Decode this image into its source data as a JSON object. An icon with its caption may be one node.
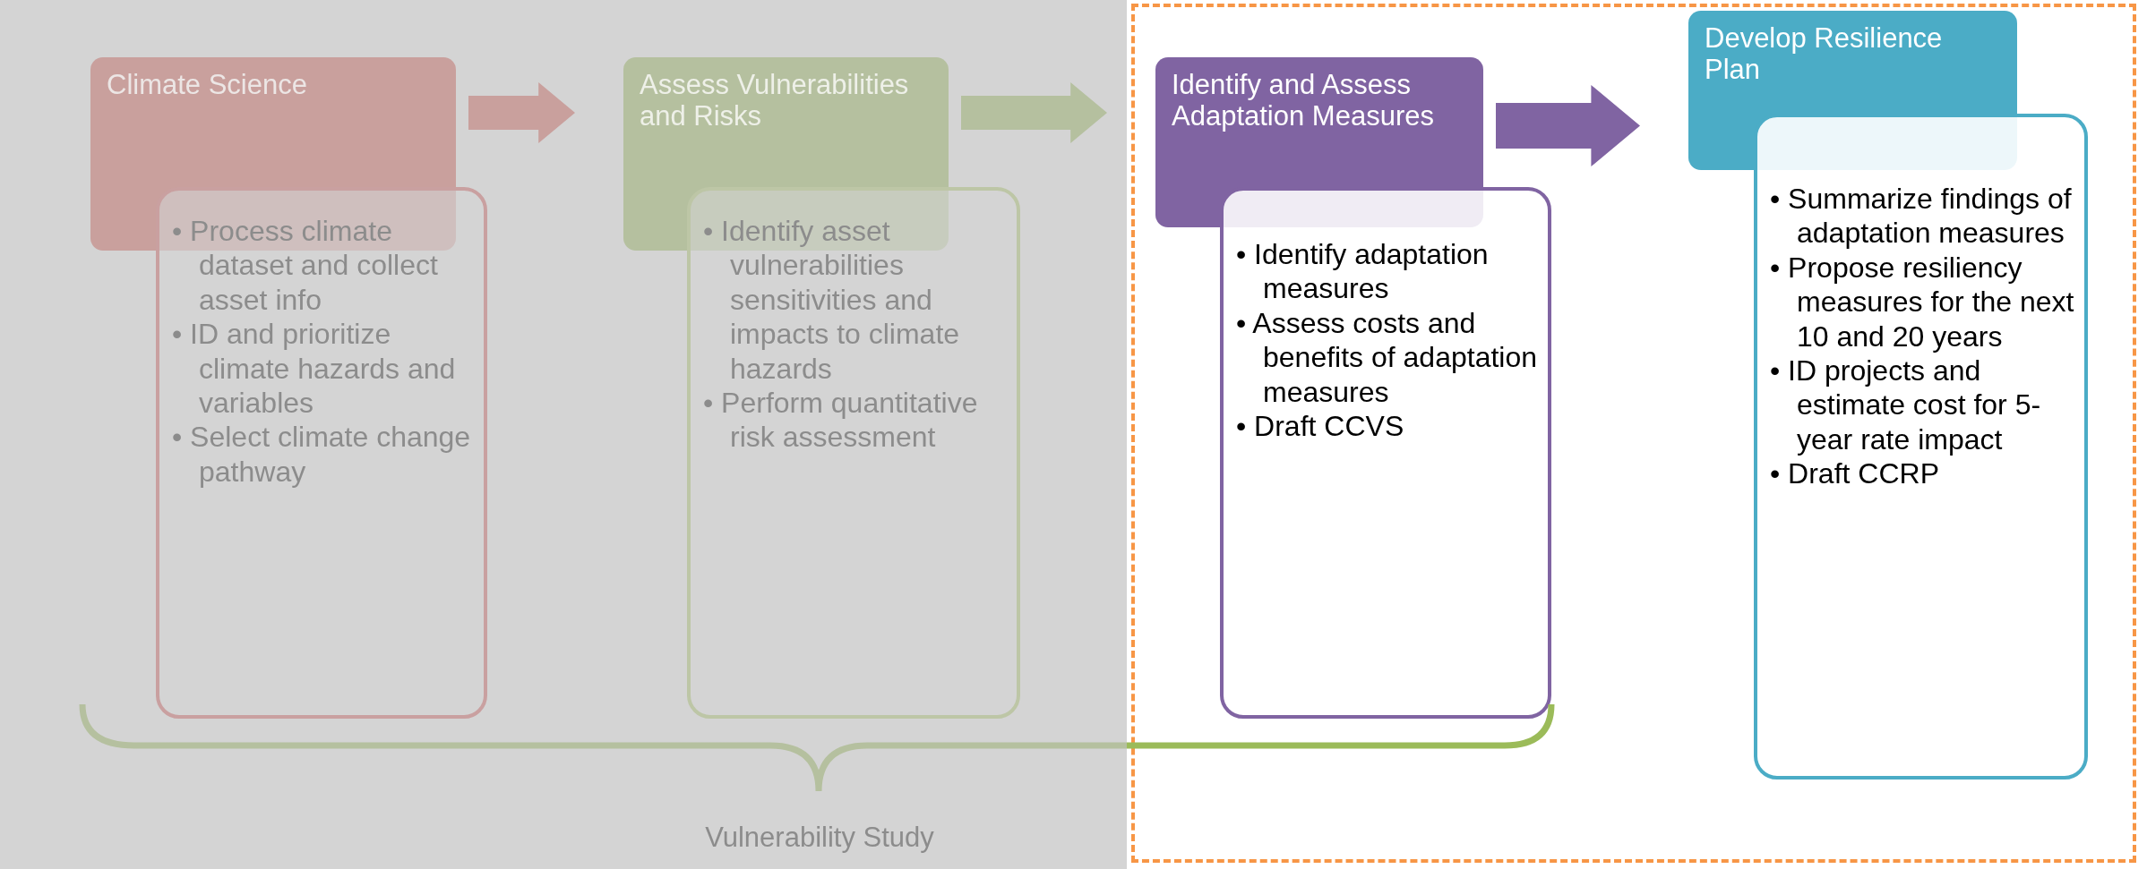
{
  "diagram": {
    "nodes": [
      {
        "text": [
          "Climate Science"
        ]
      },
      {
        "text": [
          "• Process climate dataset and collect asset info",
          "• ID and prioritize climate hazards and variables",
          "• Select climate change pathway"
        ]
      },
      {
        "text": [
          "Assess Vulnerabilities and Risks"
        ]
      },
      {
        "text": [
          "• Identify asset vulnerabilities sensitivities and impacts to climate hazards",
          "• Perform quantitative risk assessment"
        ]
      },
      {
        "text": [
          "Identify and Assess Adaptation Measures"
        ]
      },
      {
        "text": [
          "• Identify adaptation measures",
          "• Assess costs and benefits of adaptation measures",
          "• Draft CCVS"
        ]
      },
      {
        "text": [
          "Develop Resilience Plan"
        ]
      },
      {
        "text": [
          "• Summarize findings of adaptation measures",
          "• Propose resiliency measures for the next 10 and 20 years",
          "• ID projects and estimate cost for 5-year rate impact",
          "• Draft CCRP"
        ]
      }
    ],
    "edges": [
      {
        "from": 0,
        "to": 2,
        "arrow": "to",
        "color": "#c9a09d"
      },
      {
        "from": 2,
        "to": 4,
        "arrow": "to",
        "color": "#b5c09f"
      },
      {
        "from": 4,
        "to": 6,
        "arrow": "to",
        "color": "#8064a2"
      }
    ],
    "labels": [
      "Vulnerability Study"
    ]
  }
}
